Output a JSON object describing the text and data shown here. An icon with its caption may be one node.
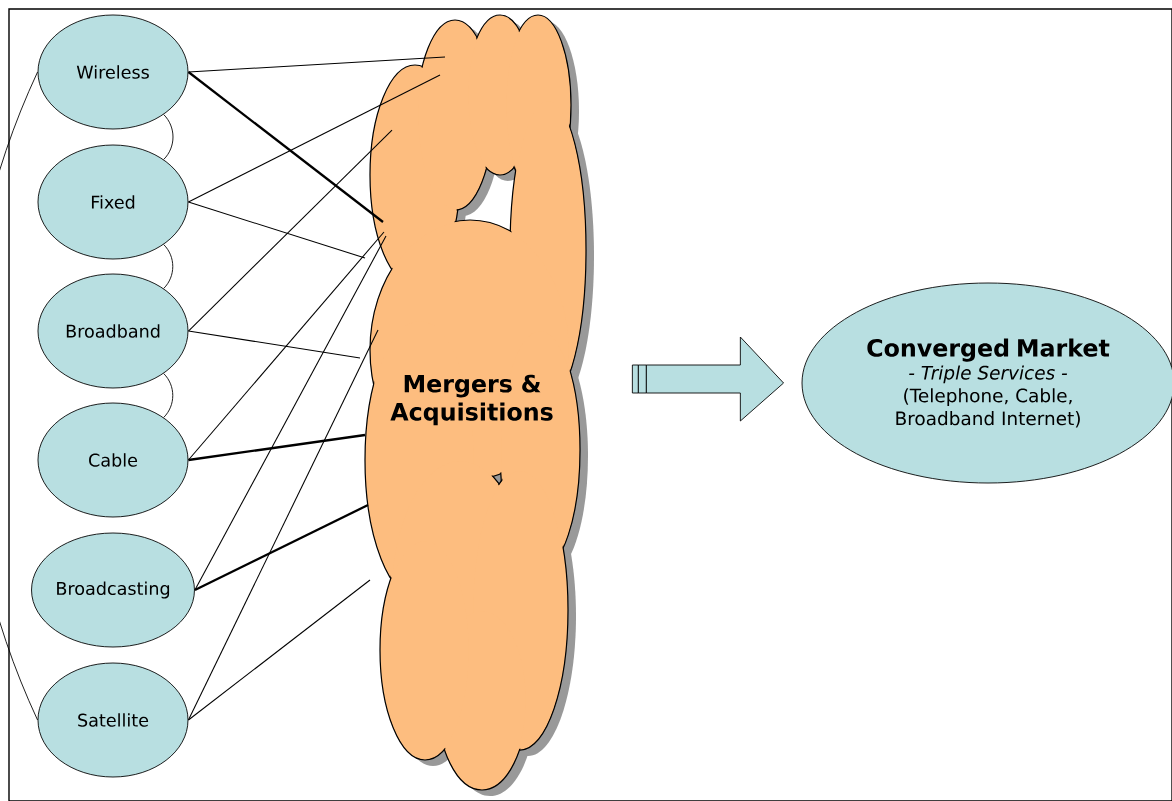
{
  "diagram": {
    "nodes": [
      {
        "text": [
          "Wireless"
        ]
      },
      {
        "text": [
          "Fixed"
        ]
      },
      {
        "text": [
          "Broadband"
        ]
      },
      {
        "text": [
          "Cable"
        ]
      },
      {
        "text": [
          "Broadcasting"
        ]
      },
      {
        "text": [
          "Satellite"
        ]
      },
      {
        "text": [
          "Mergers & Acquisitions"
        ]
      },
      {
        "text": [
          "Converged Market",
          "- Triple Services -",
          "(Telephone, Cable, Broadband Internet)"
        ]
      }
    ],
    "edges": [
      {
        "from": 0,
        "to": 6,
        "arrow": "none"
      },
      {
        "from": 0,
        "to": 6,
        "arrow": "none"
      },
      {
        "from": 1,
        "to": 6,
        "arrow": "none"
      },
      {
        "from": 1,
        "to": 6,
        "arrow": "none"
      },
      {
        "from": 2,
        "to": 6,
        "arrow": "none"
      },
      {
        "from": 2,
        "to": 6,
        "arrow": "none"
      },
      {
        "from": 3,
        "to": 6,
        "arrow": "none"
      },
      {
        "from": 3,
        "to": 6,
        "arrow": "none"
      },
      {
        "from": 4,
        "to": 6,
        "arrow": "none"
      },
      {
        "from": 4,
        "to": 6,
        "arrow": "none"
      },
      {
        "from": 5,
        "to": 6,
        "arrow": "none"
      },
      {
        "from": 5,
        "to": 6,
        "arrow": "none"
      },
      {
        "from": 0,
        "to": 1,
        "arrow": "none"
      },
      {
        "from": 1,
        "to": 2,
        "arrow": "none"
      },
      {
        "from": 2,
        "to": 3,
        "arrow": "none"
      },
      {
        "from": 0,
        "to": 5,
        "arrow": "none"
      },
      {
        "from": 6,
        "to": 7,
        "arrow": "to",
        "style": "thick"
      }
    ]
  }
}
